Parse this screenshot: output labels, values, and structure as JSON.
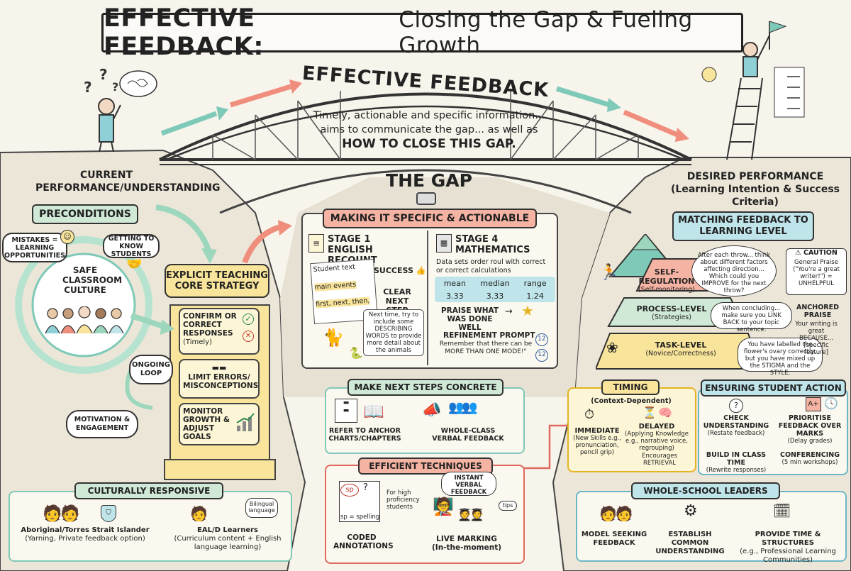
{
  "title": {
    "bold": "EFFECTIVE FEEDBACK:",
    "rest": "Closing the Gap & Fueling Growth"
  },
  "bridge": {
    "title": "EFFECTIVE FEEDBACK",
    "line1": "Timely, actionable and specific information...",
    "line2": "aims to communicate the gap... as well as",
    "line3": "HOW TO CLOSE THIS GAP."
  },
  "current": {
    "line1": "CURRENT",
    "line2": "PERFORMANCE/UNDERSTANDING"
  },
  "desired": {
    "line1": "DESIRED PERFORMANCE",
    "line2": "(Learning Intention & Success Criteria)"
  },
  "gap": "THE GAP",
  "preconditions": {
    "title": "PRECONDITIONS",
    "mistakes": "MISTAKES = LEARNING OPPORTUNITIES",
    "getting": "GETTING TO KNOW STUDENTS",
    "safe": "SAFE CLASSROOM CULTURE",
    "motivation": "MOTIVATION & ENGAGEMENT",
    "loop": "ONGOING LOOP"
  },
  "explicit": {
    "title": "EXPLICIT TEACHING CORE STRATEGY",
    "confirm": "CONFIRM OR CORRECT RESPONSES",
    "confirm_sub": "(Timely)",
    "limit": "LIMIT ERRORS/ MISCONCEPTIONS",
    "monitor": "MONITOR GROWTH & ADJUST GOALS"
  },
  "specific": {
    "title": "MAKING IT SPECIFIC & ACTIONABLE",
    "stage1": {
      "title": "STAGE 1",
      "subtitle": "ENGLISH RECOUNT",
      "student_text": "Student text",
      "main_events": "main events",
      "sequence": "first, next, then,",
      "success": "SUCCESS",
      "clear": "CLEAR NEXT STEP",
      "next": "Next time, try to include some DESCRIBING WORDS to provide more detail about the animals"
    },
    "stage4": {
      "title": "STAGE 4",
      "subtitle": "MATHEMATICS",
      "desc": "Data sets order roul with correct or correct calculations",
      "headers": [
        "mean",
        "median",
        "range"
      ],
      "values": [
        "3.33",
        "3.33",
        "1.24"
      ],
      "praise": "PRAISE WHAT WAS DONE WELL",
      "prompt_title": "REFINEMENT PROMPT",
      "prompt": "Remember that there can be MORE THAN ONE MODE!\"",
      "twelve": "12"
    }
  },
  "matching": {
    "title": "MATCHING FEEDBACK TO LEARNING LEVEL",
    "self": "SELF-REGULATION",
    "self_sub": "(Self-monitoring)",
    "self_bubble": "After each throw... think about different factors affecting direction... Which could you IMPROVE for the next throw?",
    "process": "PROCESS-LEVEL",
    "process_sub": "(Strategies)",
    "process_bubble": "When concluding... make sure you LINK BACK to your topic sentence.",
    "task": "TASK-LEVEL",
    "task_sub": "(Novice/Correctness)",
    "task_bubble": "You have labelled the flower's ovary correctly, but you have mixed up the STIGMA and the STYLE.",
    "caution": "CAUTION",
    "caution_body": "General Praise (\"You're a great writer!\") = UNHELPFUL",
    "anchored": "ANCHORED PRAISE",
    "anchored_body": "Your writing is great BECAUSE... [specific feature]"
  },
  "concrete": {
    "title": "MAKE NEXT STEPS CONCRETE",
    "anchor": "REFER TO ANCHOR CHARTS/CHAPTERS",
    "verbal": "WHOLE-CLASS VERBAL FEEDBACK"
  },
  "efficient": {
    "title": "EFFICIENT TECHNIQUES",
    "high": "For high proficiency students",
    "sp": "sp = spelling",
    "sp_tag": "sp",
    "coded": "CODED ANNOTATIONS",
    "instant": "INSTANT VERBAL FEEDBACK",
    "tips": "tips",
    "live": "LIVE MARKING",
    "live_sub": "(In-the-moment)"
  },
  "timing": {
    "title": "TIMING",
    "sub": "(Context-Dependent)",
    "immediate": "IMMEDIATE",
    "immediate_sub": "(New Skills e.g., pronunciation, pencil grip)",
    "delayed": "DELAYED",
    "delayed_sub": "(Applying Knowledge e.g., narrative voice, regrouping)",
    "encourages": "Encourages RETRIEVAL"
  },
  "action": {
    "title": "ENSURING STUDENT ACTION",
    "check": "CHECK UNDERSTANDING",
    "check_sub": "(Restate feedback)",
    "prioritise": "PRIORITISE FEEDBACK OVER MARKS",
    "prioritise_sub": "(Delay grades)",
    "build": "BUILD IN CLASS TIME",
    "build_sub": "(Rewrite responses)",
    "conf": "CONFERENCING",
    "conf_sub": "(5 min workshops)"
  },
  "cultural": {
    "title": "CULTURALLY RESPONSIVE",
    "abor": "Aboriginal/Torres Strait Islander",
    "abor_sub": "(Yarning, Private feedback option)",
    "eald": "EAL/D Learners",
    "eald_sub": "(Curriculum content + English language learning)",
    "bilingual": "Bilingual language"
  },
  "leaders": {
    "title": "WHOLE-SCHOOL LEADERS",
    "model": "MODEL SEEKING FEEDBACK",
    "establish": "ESTABLISH COMMON UNDERSTANDING",
    "provide": "PROVIDE TIME & STRUCTURES",
    "provide_sub": "(e.g., Professional Learning Communities)"
  },
  "colors": {
    "green": "#cfe9d6",
    "yellow": "#f8e49a",
    "pink": "#f5b3a3",
    "blue": "#bfe4ea",
    "cream": "#fcf6d7"
  }
}
